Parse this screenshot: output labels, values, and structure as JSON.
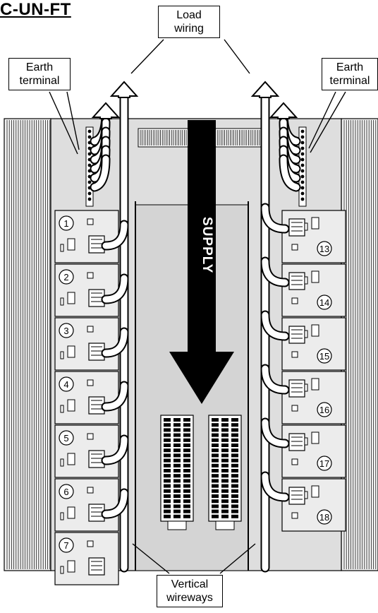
{
  "title": "C-UN-FT",
  "callouts": {
    "load_wiring": [
      "Load",
      "wiring"
    ],
    "earth_left": [
      "Earth",
      "terminal"
    ],
    "earth_right": [
      "Earth",
      "terminal"
    ],
    "vertical_wireways": [
      "Vertical",
      "wireways"
    ]
  },
  "supply_label": "SUPPLY",
  "modules_left": [
    "1",
    "2",
    "3",
    "4",
    "5",
    "6",
    "7"
  ],
  "modules_right": [
    "13",
    "14",
    "15",
    "16",
    "17",
    "18"
  ],
  "colors": {
    "panel": "#dcdcdc",
    "module": "#ebebeb",
    "line": "#000000",
    "arrow": "#000000"
  }
}
